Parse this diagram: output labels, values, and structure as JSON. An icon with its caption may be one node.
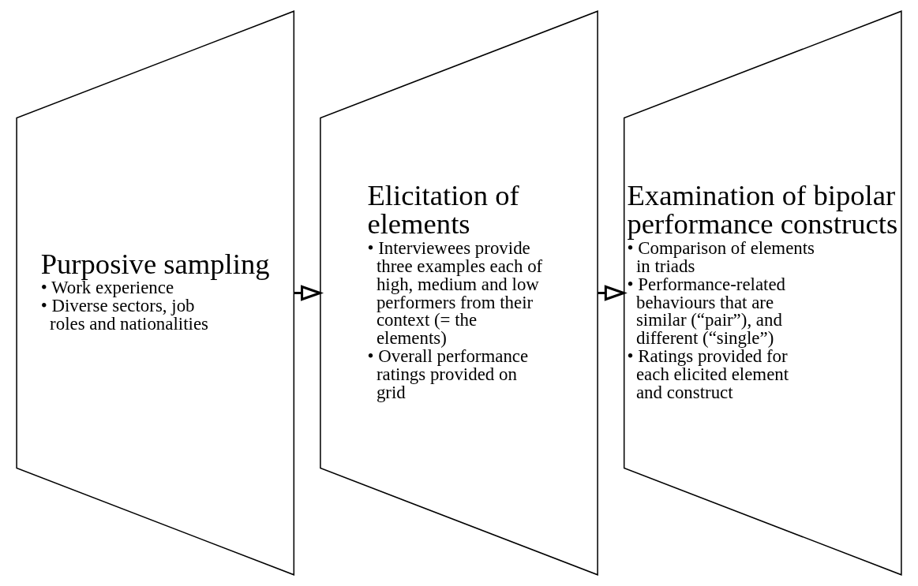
{
  "diagram": {
    "nodes": [
      {
        "text": [
          "Purposive sampling",
          "• Work experience",
          "• Diverse sectors, job roles and nationalities"
        ]
      },
      {
        "text": [
          "Elicitation of elements",
          "• Interviewees provide three examples each of high, medium and low performers from their context (= the elements)",
          "• Overall performance ratings provided on grid"
        ]
      },
      {
        "text": [
          "Examination of bipolar performance constructs",
          "• Comparison of elements in triads",
          "• Performance-related behaviours that are similar (“pair”), and different (“single”)",
          "• Ratings provided for each elicited element and construct"
        ]
      }
    ],
    "edges": [
      {
        "from": 0,
        "to": 1,
        "arrow": "to"
      },
      {
        "from": 1,
        "to": 2,
        "arrow": "to"
      }
    ]
  }
}
